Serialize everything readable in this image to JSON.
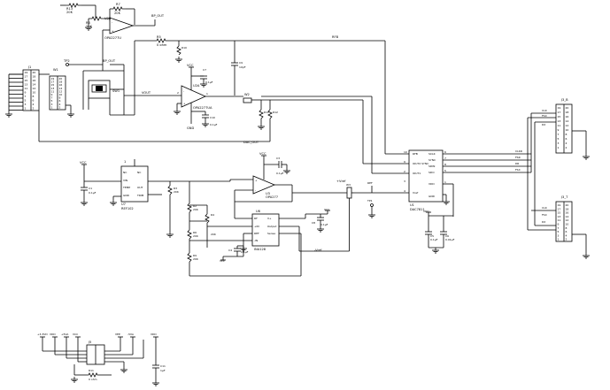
{
  "components": {
    "r13": {
      "ref": "R13",
      "value": "20K"
    },
    "r8": {
      "ref": "R8",
      "value": "20K"
    },
    "r7": {
      "ref": "R7",
      "value": "20K"
    },
    "u2b": {
      "ref": "U2B",
      "part": "OPA2277U"
    },
    "bp_out_top": {
      "label": "BP_OUT"
    },
    "r5": {
      "ref": "R5",
      "value": "0 ohm"
    },
    "r10": {
      "ref": "R10"
    },
    "j1": {
      "ref": "J1",
      "pins_left": [
        "19",
        "17",
        "15",
        "13",
        "11",
        "9",
        "7",
        "5",
        "3",
        "1"
      ],
      "pins_right": [
        "20",
        "18",
        "16",
        "14",
        "12",
        "10",
        "8",
        "6",
        "4",
        "2"
      ]
    },
    "w1": {
      "ref": "W1",
      "pins_left": [
        "19",
        "17",
        "15",
        "13",
        "11",
        "9",
        "7",
        "5",
        "3",
        "1"
      ],
      "pins_right": [
        "20",
        "18",
        "16",
        "14",
        "12",
        "10",
        "8",
        "6",
        "4",
        "2"
      ]
    },
    "tp2": {
      "ref": "TP2"
    },
    "bp_out_mid": {
      "label": "BP_OUT"
    },
    "sw1": {
      "ref": "SW1"
    },
    "vout": {
      "label": "VOUT"
    },
    "vcc_u2": {
      "label": "VCC"
    },
    "c7": {
      "ref": "C7",
      "value": "0.1µF"
    },
    "c9": {
      "ref": "C9",
      "value": "10pF"
    },
    "u2a": {
      "ref": "U2A",
      "part": "OPA2277UA"
    },
    "gnd_u2": {
      "label": "GND"
    },
    "c10": {
      "ref": "C10",
      "value": "0.1µF"
    },
    "w2": {
      "ref": "W2"
    },
    "r11": {
      "ref": "R11"
    },
    "r12": {
      "ref": "R12"
    },
    "rfb": {
      "label": "RFB"
    },
    "dac_out": {
      "label": "DAC_OUT"
    },
    "u1": {
      "ref": "U1",
      "part": "DAC7811",
      "pins_left": [
        "RFB",
        "IOUT2 SYNC",
        "IOUT1",
        "",
        "",
        "Vref"
      ],
      "pins_right": [
        "SCLK",
        "SYNC",
        "SDIN",
        "SDO",
        "VDD",
        "GND"
      ],
      "nums_left": [
        "10",
        "9",
        "2",
        "3",
        "",
        "4"
      ],
      "nums_right": [
        "6",
        "7",
        "8",
        "5",
        "1",
        ""
      ]
    },
    "j3_top": {
      "ref": "J3_B",
      "labels": [
        "CLK",
        "FSX",
        "DX"
      ]
    },
    "j3_bot": {
      "ref": "J3_T",
      "labels": [
        "CLK",
        "FSX",
        "DX"
      ]
    },
    "vcc_ref": {
      "label": "VCC"
    },
    "c1": {
      "ref": "C1",
      "value": "0.1µF"
    },
    "u7": {
      "ref": "U7",
      "part": "REF102",
      "pins_left": [
        "NC",
        "VIN",
        "TEMP",
        "GND"
      ],
      "pins_right": [
        "NC",
        "",
        "OUT",
        "TRIM"
      ]
    },
    "r3": {
      "ref": "R3",
      "value": "20K"
    },
    "r2": {
      "ref": "R2",
      "value": "20K"
    },
    "r6": {
      "ref": "R6",
      "value": "20K"
    },
    "r4": {
      "ref": "R4",
      "value": "20K"
    },
    "r9": {
      "ref": "R9",
      "value": "20K"
    },
    "vcc_u3": {
      "label": "VCC"
    },
    "c3": {
      "ref": "C3",
      "value": "0.1µF"
    },
    "u3": {
      "ref": "U3",
      "part": "OPA277"
    },
    "u6": {
      "ref": "U6",
      "part": "INA128",
      "pins_left": [
        "RF",
        "+IN",
        "REF",
        "-IN"
      ],
      "pins_right": [
        "V+",
        "Output",
        "Sense",
        ""
      ]
    },
    "c4": {
      "ref": "C4",
      "value": "0.1µF"
    },
    "c8": {
      "ref": "C8",
      "value": "0.1µF"
    },
    "vcc_u6": {
      "label": "VCC"
    },
    "vee_u6": {
      "label": "VEE"
    },
    "plus_vref": {
      "label": "+Vref"
    },
    "minus_vref": {
      "label": "-Vref"
    },
    "tp1": {
      "ref": "TP1"
    },
    "ref_label": {
      "label": "REF"
    },
    "vdd_u1": {
      "label": "VDD"
    },
    "c5": {
      "ref": "C5",
      "value": "0.1µF"
    },
    "c6": {
      "ref": "C6",
      "value": "0.01µF"
    },
    "w3": {
      "ref": "W3"
    },
    "power": {
      "labels": [
        "+3.3VD",
        "VDD",
        "+5VA",
        "VCC",
        "VEE",
        "-5VA",
        "VDD"
      ],
      "j5": {
        "ref": "J5"
      },
      "r11b": {
        "ref": "R11",
        "value": "0 ohm"
      },
      "c11": {
        "ref": "C11",
        "value": "1µF"
      }
    }
  }
}
